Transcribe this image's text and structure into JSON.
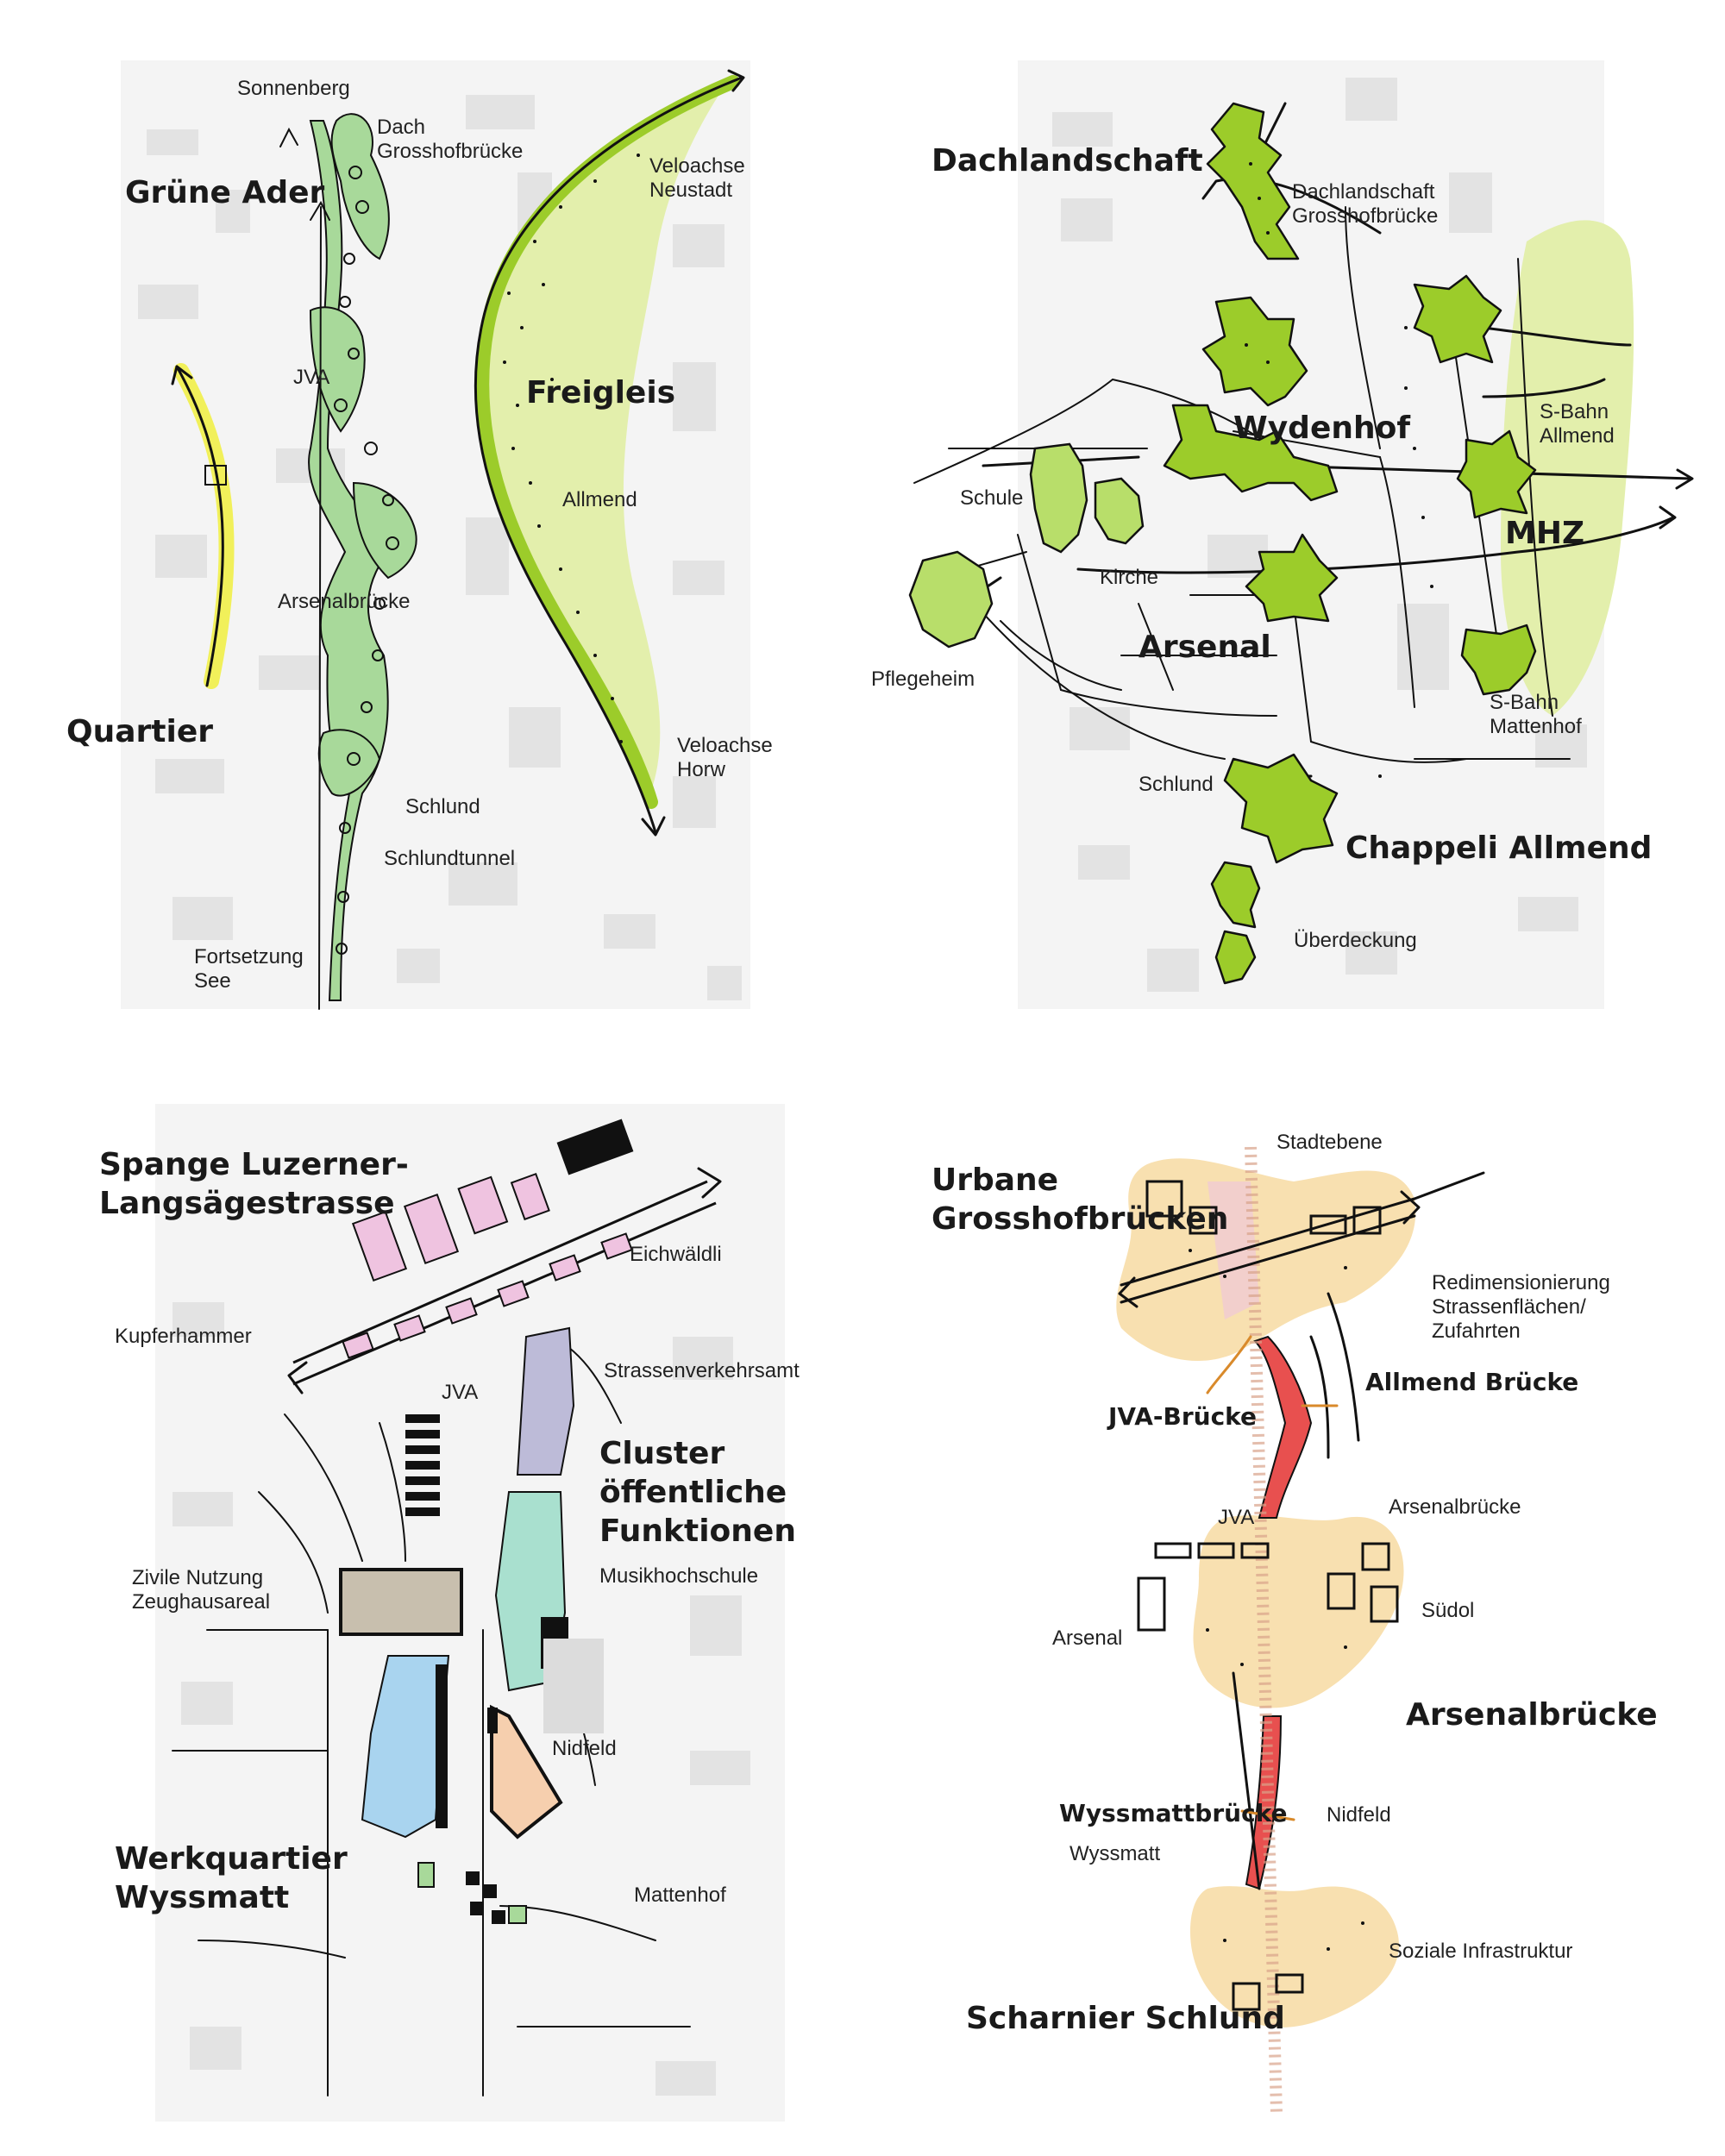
{
  "colors": {
    "green_light": "#a8d99a",
    "green_lime": "#9ccc2a",
    "lime_pale": "#e3efac",
    "yellow": "#f1f05a",
    "red": "#e8504f",
    "beige": "#f8e0b0",
    "purple": "#bdbbd8",
    "teal": "#a9e0cf",
    "blue": "#a9d4ef",
    "peach": "#f6cfae",
    "khaki": "#c8bfae",
    "pink": "#efc3e0",
    "orange": "#d98a2b",
    "ink": "#111111"
  },
  "panel1": {
    "title_gruene_ader": "Grüne Ader",
    "title_freigleis": "Freigleis",
    "title_quartier": "Quartier",
    "lbl_sonnenberg": "Sonnenberg",
    "lbl_dach1": "Dach",
    "lbl_dach2": "Grosshofbrücke",
    "lbl_veloachse_n1": "Veloachse",
    "lbl_veloachse_n2": "Neustadt",
    "lbl_jva": "JVA",
    "lbl_allmend": "Allmend",
    "lbl_arsenalbruecke": "Arsenalbrücke",
    "lbl_schlund": "Schlund",
    "lbl_schlundtunnel": "Schlundtunnel",
    "lbl_veloachse_h1": "Veloachse",
    "lbl_veloachse_h2": "Horw",
    "lbl_fortsetzung1": "Fortsetzung",
    "lbl_fortsetzung2": "See"
  },
  "panel2": {
    "title_dachlandschaft": "Dachlandschaft",
    "title_wydenhof": "Wydenhof",
    "title_mhz": "MHZ",
    "title_arsenal": "Arsenal",
    "title_chappeli": "Chappeli Allmend",
    "lbl_dach1": "Dachlandschaft",
    "lbl_dach2": "Grosshofbrücke",
    "lbl_sbahn_a1": "S-Bahn",
    "lbl_sbahn_a2": "Allmend",
    "lbl_schule": "Schule",
    "lbl_kirche": "Kirche",
    "lbl_pflegeheim": "Pflegeheim",
    "lbl_sbahn_m1": "S-Bahn",
    "lbl_sbahn_m2": "Mattenhof",
    "lbl_schlund": "Schlund",
    "lbl_ueberdeckung": "Überdeckung"
  },
  "panel3": {
    "title_spange1": "Spange Luzerner-",
    "title_spange2": "Langsägestrasse",
    "title_cluster1": "Cluster",
    "title_cluster2": "öffentliche",
    "title_cluster3": "Funktionen",
    "title_werk1": "Werkquartier",
    "title_werk2": "Wyssmatt",
    "lbl_eichwaeldli": "Eichwäldli",
    "lbl_kupferhammer": "Kupferhammer",
    "lbl_strassenverkehrsamt": "Strassenverkehrsamt",
    "lbl_jva": "JVA",
    "lbl_zivile1": "Zivile Nutzung",
    "lbl_zivile2": "Zeughausareal",
    "lbl_musikhochschule": "Musikhochschule",
    "lbl_nidfeld": "Nidfeld",
    "lbl_mattenhof": "Mattenhof"
  },
  "panel4": {
    "title_urbane1": "Urbane",
    "title_urbane2": "Grosshofbrücken",
    "title_allmend_bruecke": "Allmend Brücke",
    "title_jva_bruecke": "JVA-Brücke",
    "title_arsenalbruecke": "Arsenalbrücke",
    "title_wyssmattbruecke": "Wyssmattbrücke",
    "title_scharnier": "Scharnier Schlund",
    "lbl_stadtebene": "Stadtebene",
    "lbl_redim1": "Redimensionierung",
    "lbl_redim2": "Strassenflächen/",
    "lbl_redim3": "Zufahrten",
    "lbl_jva": "JVA",
    "lbl_arsenalbruecke": "Arsenalbrücke",
    "lbl_suedol": "Südol",
    "lbl_arsenal": "Arsenal",
    "lbl_nidfeld": "Nidfeld",
    "lbl_wyssmatt": "Wyssmatt",
    "lbl_soziale": "Soziale Infrastruktur"
  }
}
